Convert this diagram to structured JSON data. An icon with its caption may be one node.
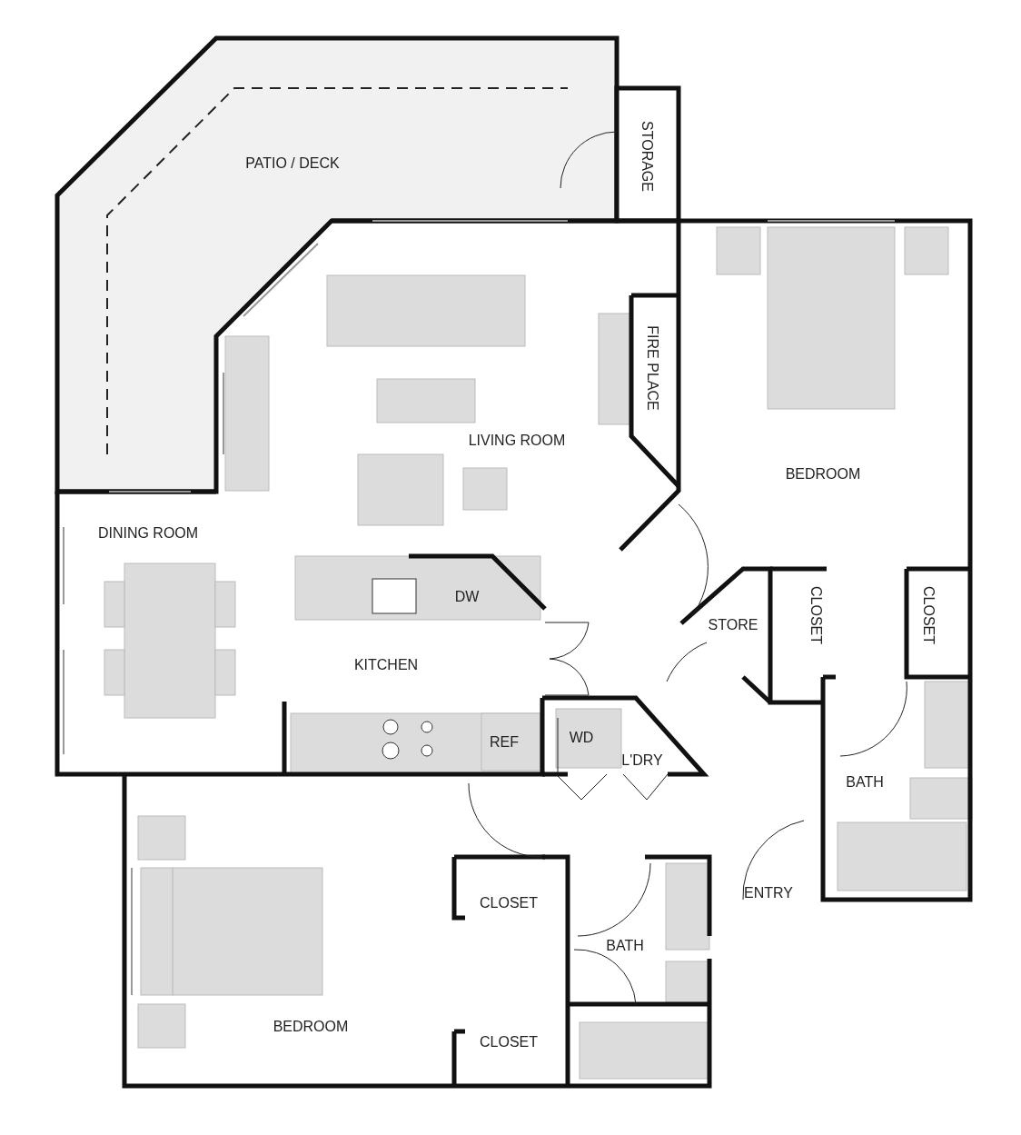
{
  "diagram": {
    "labels": [
      "PATIO / DECK",
      "STORAGE",
      "FIRE PLACE",
      "LIVING ROOM",
      "BEDROOM",
      "DINING ROOM",
      "DW",
      "KITCHEN",
      "STORE",
      "CLOSET",
      "CLOSET",
      "REF",
      "WD",
      "L'DRY",
      "BATH",
      "ENTRY",
      "CLOSET",
      "BATH",
      "BEDROOM",
      "CLOSET"
    ]
  }
}
